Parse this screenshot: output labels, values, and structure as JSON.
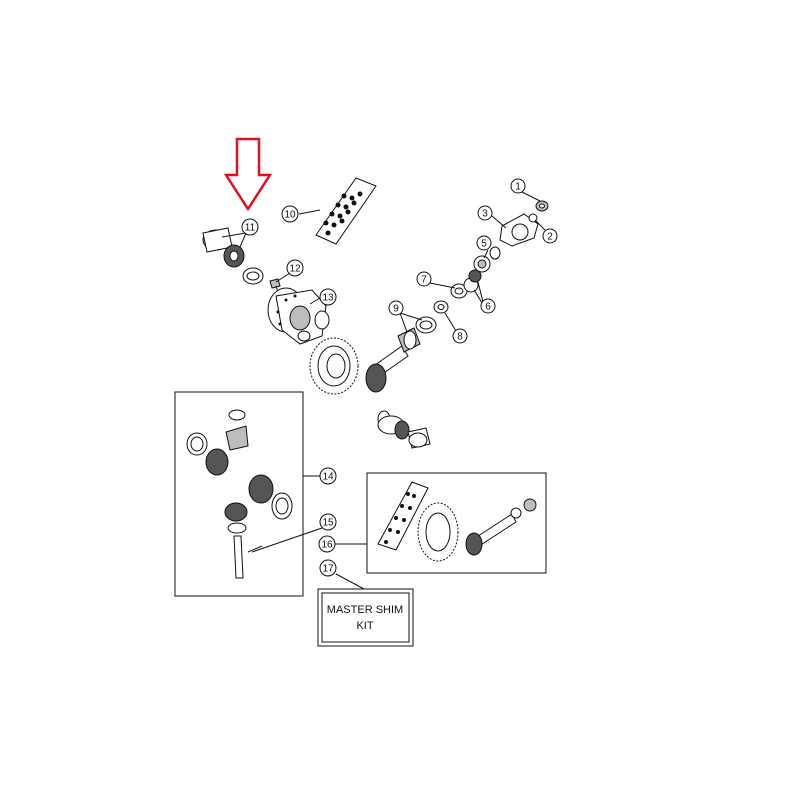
{
  "callouts": [
    "1",
    "2",
    "3",
    "5",
    "6",
    "7",
    "8",
    "9",
    "10",
    "11",
    "12",
    "13",
    "14",
    "15",
    "16",
    "17"
  ],
  "kit_box": {
    "line1": "MASTER SHIM",
    "line2": "KIT"
  },
  "colors": {
    "arrow": "#e0101e",
    "ink": "#111111",
    "background": "#ffffff"
  }
}
